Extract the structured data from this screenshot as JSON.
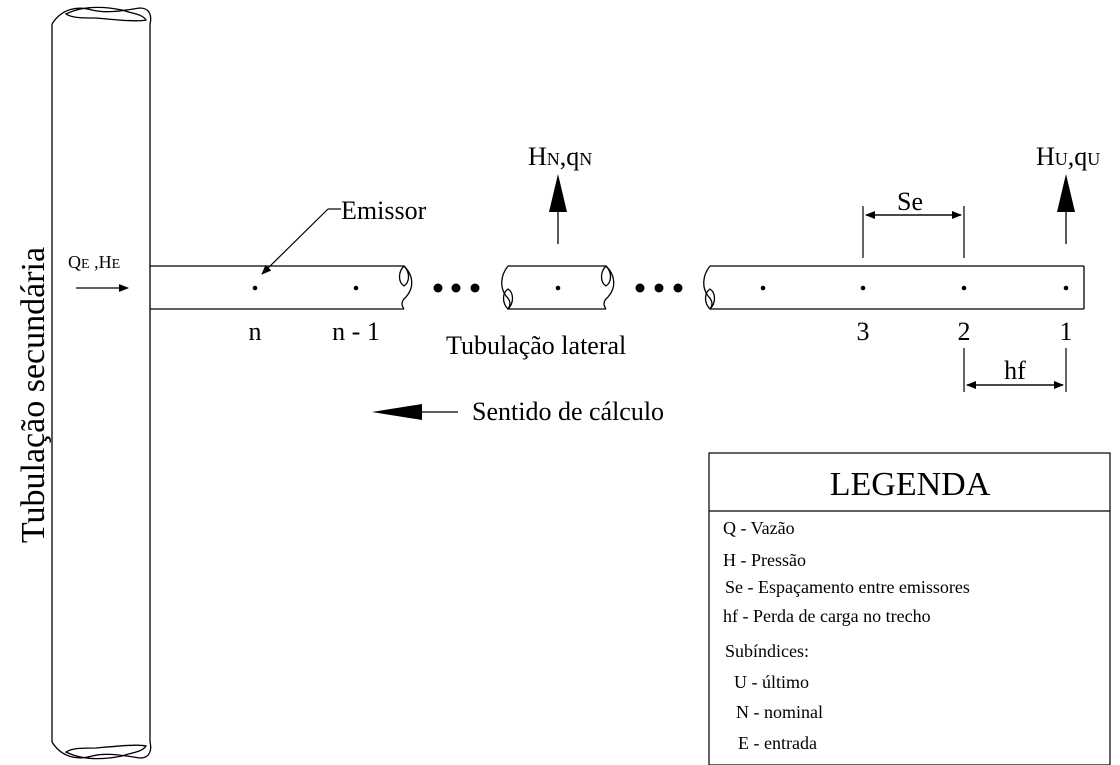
{
  "secondary_pipe_label": "Tubulação secundária",
  "inlet": {
    "q": "Q",
    "q_sub": "E",
    "h": "H",
    "h_sub": "E"
  },
  "emitter_label": "Emissor",
  "nominal_label": {
    "h": "H",
    "h_sub": "N",
    "q": "q",
    "q_sub": "N"
  },
  "last_label": {
    "h": "H",
    "h_sub": "U",
    "q": "q",
    "q_sub": "U"
  },
  "spacing_label": "Se",
  "loss_label": "hf",
  "emitter_numbers": [
    "n",
    "n - 1",
    "3",
    "2",
    "1"
  ],
  "lateral_pipe_label": "Tubulação lateral",
  "direction_label": "Sentido de cálculo",
  "legend": {
    "title": "LEGENDA",
    "items": [
      "Q - Vazão",
      "H - Pressão",
      "Se - Espaçamento entre emissores",
      "hf - Perda de carga no trecho",
      "Subíndices:",
      "U - último",
      "N - nominal",
      "E - entrada"
    ]
  }
}
